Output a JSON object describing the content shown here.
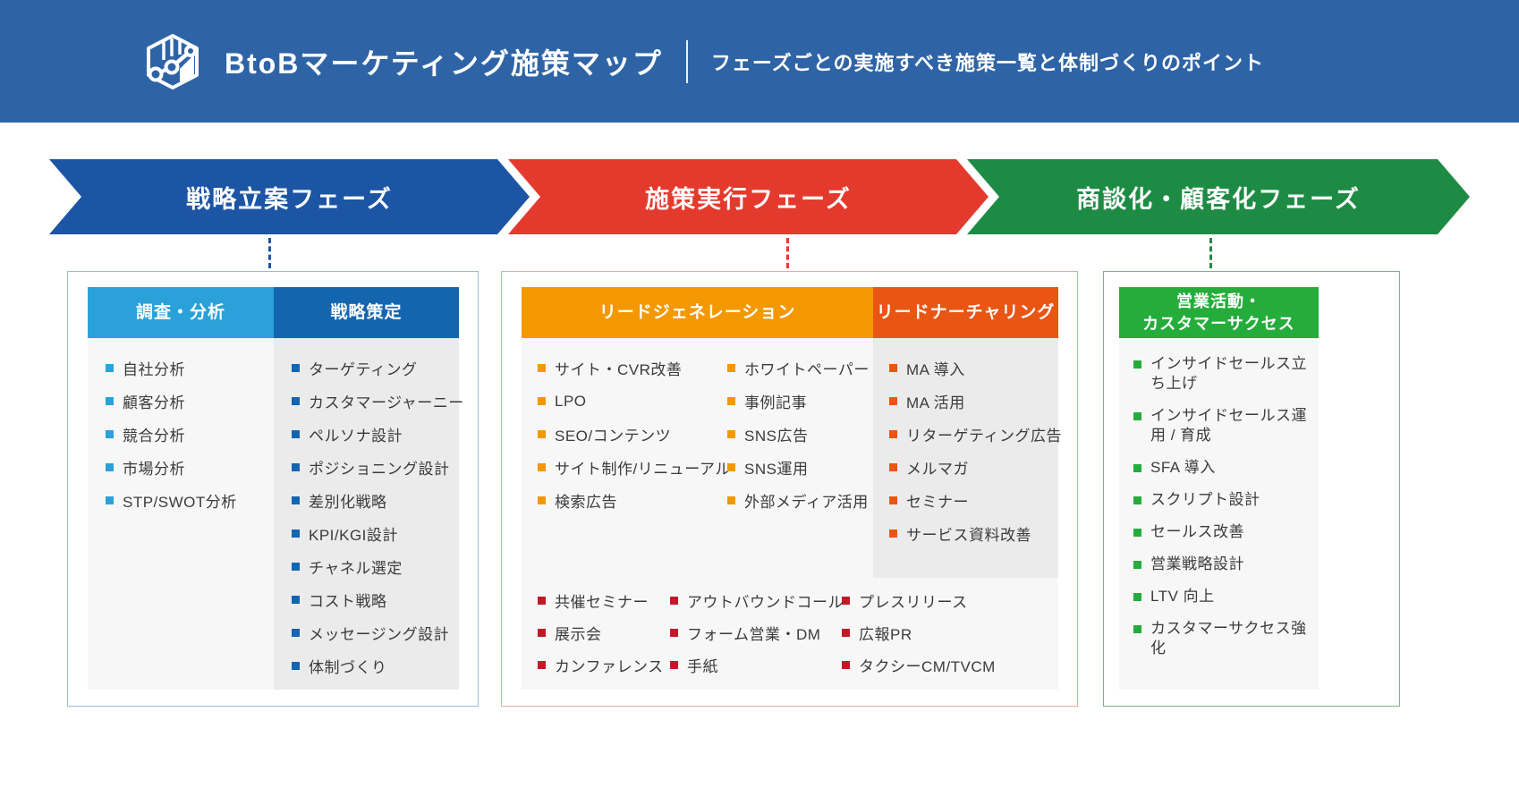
{
  "header": {
    "logo_icon": "chart-cube-icon",
    "title": "BtoBマーケティング施策マップ",
    "subtitle": "フェーズごとの実施すべき施策一覧と体制づくりのポイント",
    "bg_color": "#2E64A6"
  },
  "phases": [
    {
      "label": "戦略立案フェーズ",
      "color": "#1C55A4"
    },
    {
      "label": "施策実行フェーズ",
      "color": "#E43A2E"
    },
    {
      "label": "商談化・顧客化フェーズ",
      "color": "#1E8B45"
    }
  ],
  "strategy_box": {
    "border_color": "#94BEDF",
    "columns": [
      {
        "title": "調査・分析",
        "header_color": "#2AA1D8",
        "bullet_color": "#2AA1D8",
        "items": [
          "自社分析",
          "顧客分析",
          "競合分析",
          "市場分析",
          "STP/SWOT分析"
        ]
      },
      {
        "title": "戦略策定",
        "header_color": "#1465B0",
        "bullet_color": "#1465B0",
        "items": [
          "ターゲティング",
          "カスタマージャーニー",
          "ペルソナ設計",
          "ポジショニング設計",
          "差別化戦略",
          "KPI/KGI設計",
          "チャネル選定",
          "コスト戦略",
          "メッセージング設計",
          "体制づくり"
        ]
      }
    ]
  },
  "execution_box": {
    "border_color": "#EBA9A0",
    "leadgen": {
      "title": "リードジェネレーション",
      "header_color": "#F39800",
      "bullet_color": "#F39800",
      "col1": [
        "サイト・CVR改善",
        " LPO",
        "SEO/コンテンツ",
        "サイト制作/リニューアル",
        "検索広告"
      ],
      "col2": [
        "ホワイトペーパー",
        "事例記事",
        "SNS広告",
        "SNS運用",
        "外部メディア活用"
      ]
    },
    "nurturing": {
      "title": "リードナーチャリング",
      "header_color": "#E95513",
      "bullet_color": "#E95513",
      "items": [
        "MA 導入",
        "MA 活用",
        "リターゲティング広告",
        "メルマガ",
        "セミナー",
        "サービス資料改善"
      ]
    },
    "outbound": {
      "bullet_color": "#BF1A2A",
      "col1": [
        "共催セミナー",
        "展示会",
        "カンファレンス"
      ],
      "col2": [
        "アウトバウンドコール",
        "フォーム営業・DM",
        "手紙"
      ],
      "col3": [
        "プレスリリース",
        "広報PR",
        "タクシーCM/TVCM"
      ]
    }
  },
  "sales_box": {
    "border_color": "#79B38C",
    "title_line1": "営業活動・",
    "title_line2": "カスタマーサクセス",
    "header_color": "#24AD3B",
    "bullet_color": "#24AD3B",
    "items": [
      "インサイドセールス立ち上げ",
      "インサイドセールス運用 / 育成",
      "SFA 導入",
      "スクリプト設計",
      "セールス改善",
      "営業戦略設計",
      "LTV 向上",
      "カスタマーサクセス強化"
    ]
  }
}
